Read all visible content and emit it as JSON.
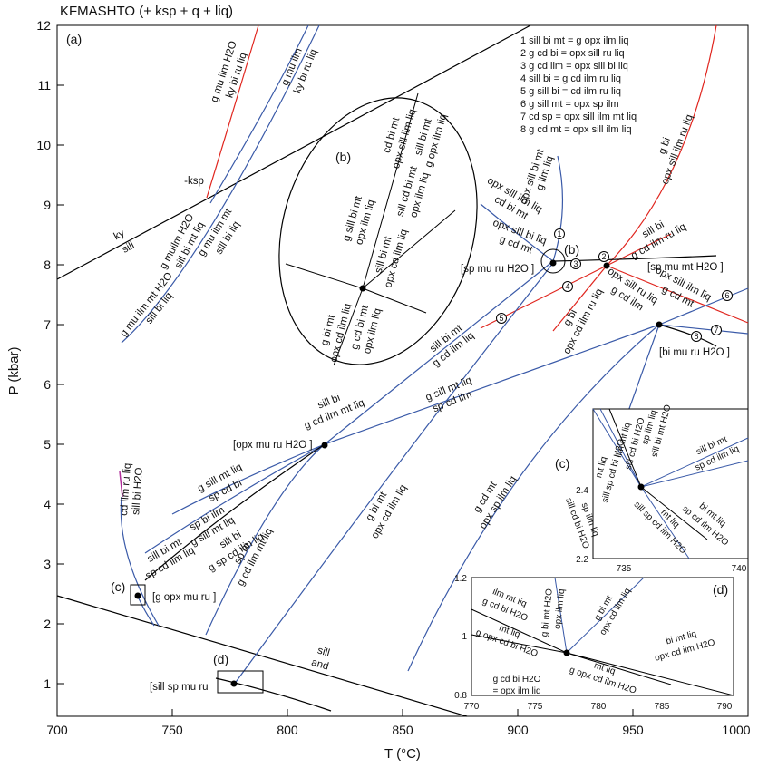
{
  "title": "KFMASHTO  (+ ksp + q + liq)",
  "axes": {
    "xlabel": "T (°C)",
    "ylabel": "P (kbar)",
    "xticks": [
      "700",
      "750",
      "800",
      "850",
      "900",
      "950",
      "1000"
    ],
    "yticks": [
      "12",
      "11",
      "10",
      "9",
      "8",
      "7",
      "6",
      "5",
      "4",
      "3",
      "2",
      "1"
    ]
  },
  "panels": {
    "a": "(a)",
    "b": "(b)",
    "c": "(c)",
    "d": "(d)"
  },
  "reaction_key": [
    "1 sill bi mt = g opx ilm liq",
    "2 g cd bi = opx sill ru liq",
    "3 g cd ilm = opx sill bi liq",
    "4 sill bi = g cd ilm ru liq",
    "5 g sill bi = cd ilm ru liq",
    "6 g sill mt = opx sp ilm",
    "7 cd sp = opx sill ilm mt liq",
    "8 g cd mt = opx sill ilm liq"
  ],
  "circle_numbers": [
    "1",
    "2",
    "3",
    "4",
    "5",
    "6",
    "7",
    "8"
  ],
  "invariant_points": {
    "sp_mu_ru": "[sp mu ru H2O ]",
    "sp_mu_mt": "[sp mu mt H2O ]",
    "bi_mu_ru": "[bi mu ru H2O ]",
    "opx_mu_ru": "[opx mu ru H2O ]",
    "g_opx_mu_ru": "[g opx mu ru ]",
    "sill_sp_mu_ru": "[sill sp mu ru"
  },
  "line_labels": {
    "ky_top": "ky",
    "ky_bot": "sill",
    "sill_and_top": "sill",
    "sill_and_bot": "and",
    "ksp": "-ksp",
    "r1_top": "g mu ilm H2O",
    "r1_bot": "ky bi ru liq",
    "r2_top": "g mu ilm",
    "r2_bot": "ky bi ru liq",
    "r3_top": "g muilm H2O",
    "r3_bot": "sill bi mt liq",
    "r4_top": "g mu ilm mt",
    "r4_bot": "sill bi liq",
    "r5_top": "g mu ilm mt H2O",
    "r5_bot": "sill bi liq",
    "r6_top": "g ilm liq",
    "r6_bot": "opx sill bi mt",
    "r7_top": "opx sill ilm liq",
    "r7_bot": "cd bi mt",
    "r8_top": "opx sill bi liq",
    "r8_bot": "g cd mt",
    "r9_top": "g bi",
    "r9_bot": "opx sill ilm ru liq",
    "r10_top": "sill bi",
    "r10_bot": "g cd ilm ru liq",
    "r11_top": "opx sill ru liq",
    "r11_bot": "g cd ilm",
    "r12_top": "g bi",
    "r12_bot": "opx cd ilm ru liq",
    "r13_top": "opx sill ilm liq",
    "r13_bot": "g cd mt",
    "r14_top": "sill bi mt",
    "r14_bot": "g cd ilm liq",
    "r15_top": "g sill mt liq",
    "r15_bot": "sp cd ilm",
    "r16_top": "sill bi",
    "r16_bot": "g cd ilm mt liq",
    "r17_top": "g sill mt liq",
    "r17_bot": "sp cd bi",
    "r18_top": "sp bi ilm",
    "r18_bot": "g sill mt liq",
    "r19_top": "sill bi mt",
    "r19_bot": "sp cd ilm liq",
    "r20_top": "sill bi",
    "r20_bot": "g sp cd ilm liq",
    "r21_top": "sp bi",
    "r21_bot": "g cd ilm mt liq",
    "r22_top": "cd ilm ru liq",
    "r22_bot": "sill bi H2O",
    "r23_top": "g bi mt",
    "r23_bot": "opx cd ilm liq",
    "r24_top": "g cd mt",
    "r24_bot": "opx sp ilm liq",
    "b1_top": "cd bi mt",
    "b1_bot": "opx sill ilm liq",
    "b2_top": "sill bi mt",
    "b2_bot": "g opx ilm liq",
    "b3_top": "g sill bi mt",
    "b3_bot": "opx ilm liq",
    "b4_top": "sill cd bi mt",
    "b4_bot": "opx ilm liq",
    "b5_top": "sill bi mt",
    "b5_bot": "opx cd ilm liq",
    "b6_top": "g bi mt",
    "b6_bot": "opx cd ilm liq",
    "b7_top": "g cd bi mt",
    "b7_bot": "opx ilm liq"
  },
  "inset_c": {
    "xticks": [
      "735",
      "740"
    ],
    "yticks": [
      "2.4",
      "2.2"
    ],
    "labels": {
      "c1": "sp ilm liq",
      "c2": "sill bi mt H2O",
      "c3": "ilm mt liq",
      "c4": "sill cd bi H2O",
      "c5": "mt liq",
      "c6": "sill sp cd bi H2O",
      "c7": "sill bi mt",
      "c8": "sp cd ilm liq",
      "c9": "bi mt liq",
      "c10": "sp cd ilm H2O",
      "c11": "sp ilm liq",
      "c12": "sill cd bi H2O",
      "c13": "mt liq",
      "c14": "sill sp cd ilm H2O"
    }
  },
  "inset_d": {
    "xticks": [
      "770",
      "775",
      "780",
      "785",
      "790"
    ],
    "yticks": [
      "1.2",
      "1",
      "0.8"
    ],
    "labels": {
      "d1": "ilm mt liq",
      "d2": "g cd bi H2O",
      "d3": "mt liq",
      "d4": "g opx cd bi H2O",
      "d5": "opx ilm liq",
      "d6": "g bi mt H2O",
      "d7": "g bi mt",
      "d8": "opx cd ilm liq",
      "d9": "bi mt liq",
      "d10": "opx cd ilm H2O",
      "d11": "mt liq",
      "d12": "g opx cd ilm H2O",
      "d13": "g cd bi H2O",
      "d14": "= opx ilm liq"
    }
  },
  "colors": {
    "blue": "#3a5aa8",
    "red": "#e0261f",
    "black": "#000000",
    "magenta": "#b0309a"
  }
}
